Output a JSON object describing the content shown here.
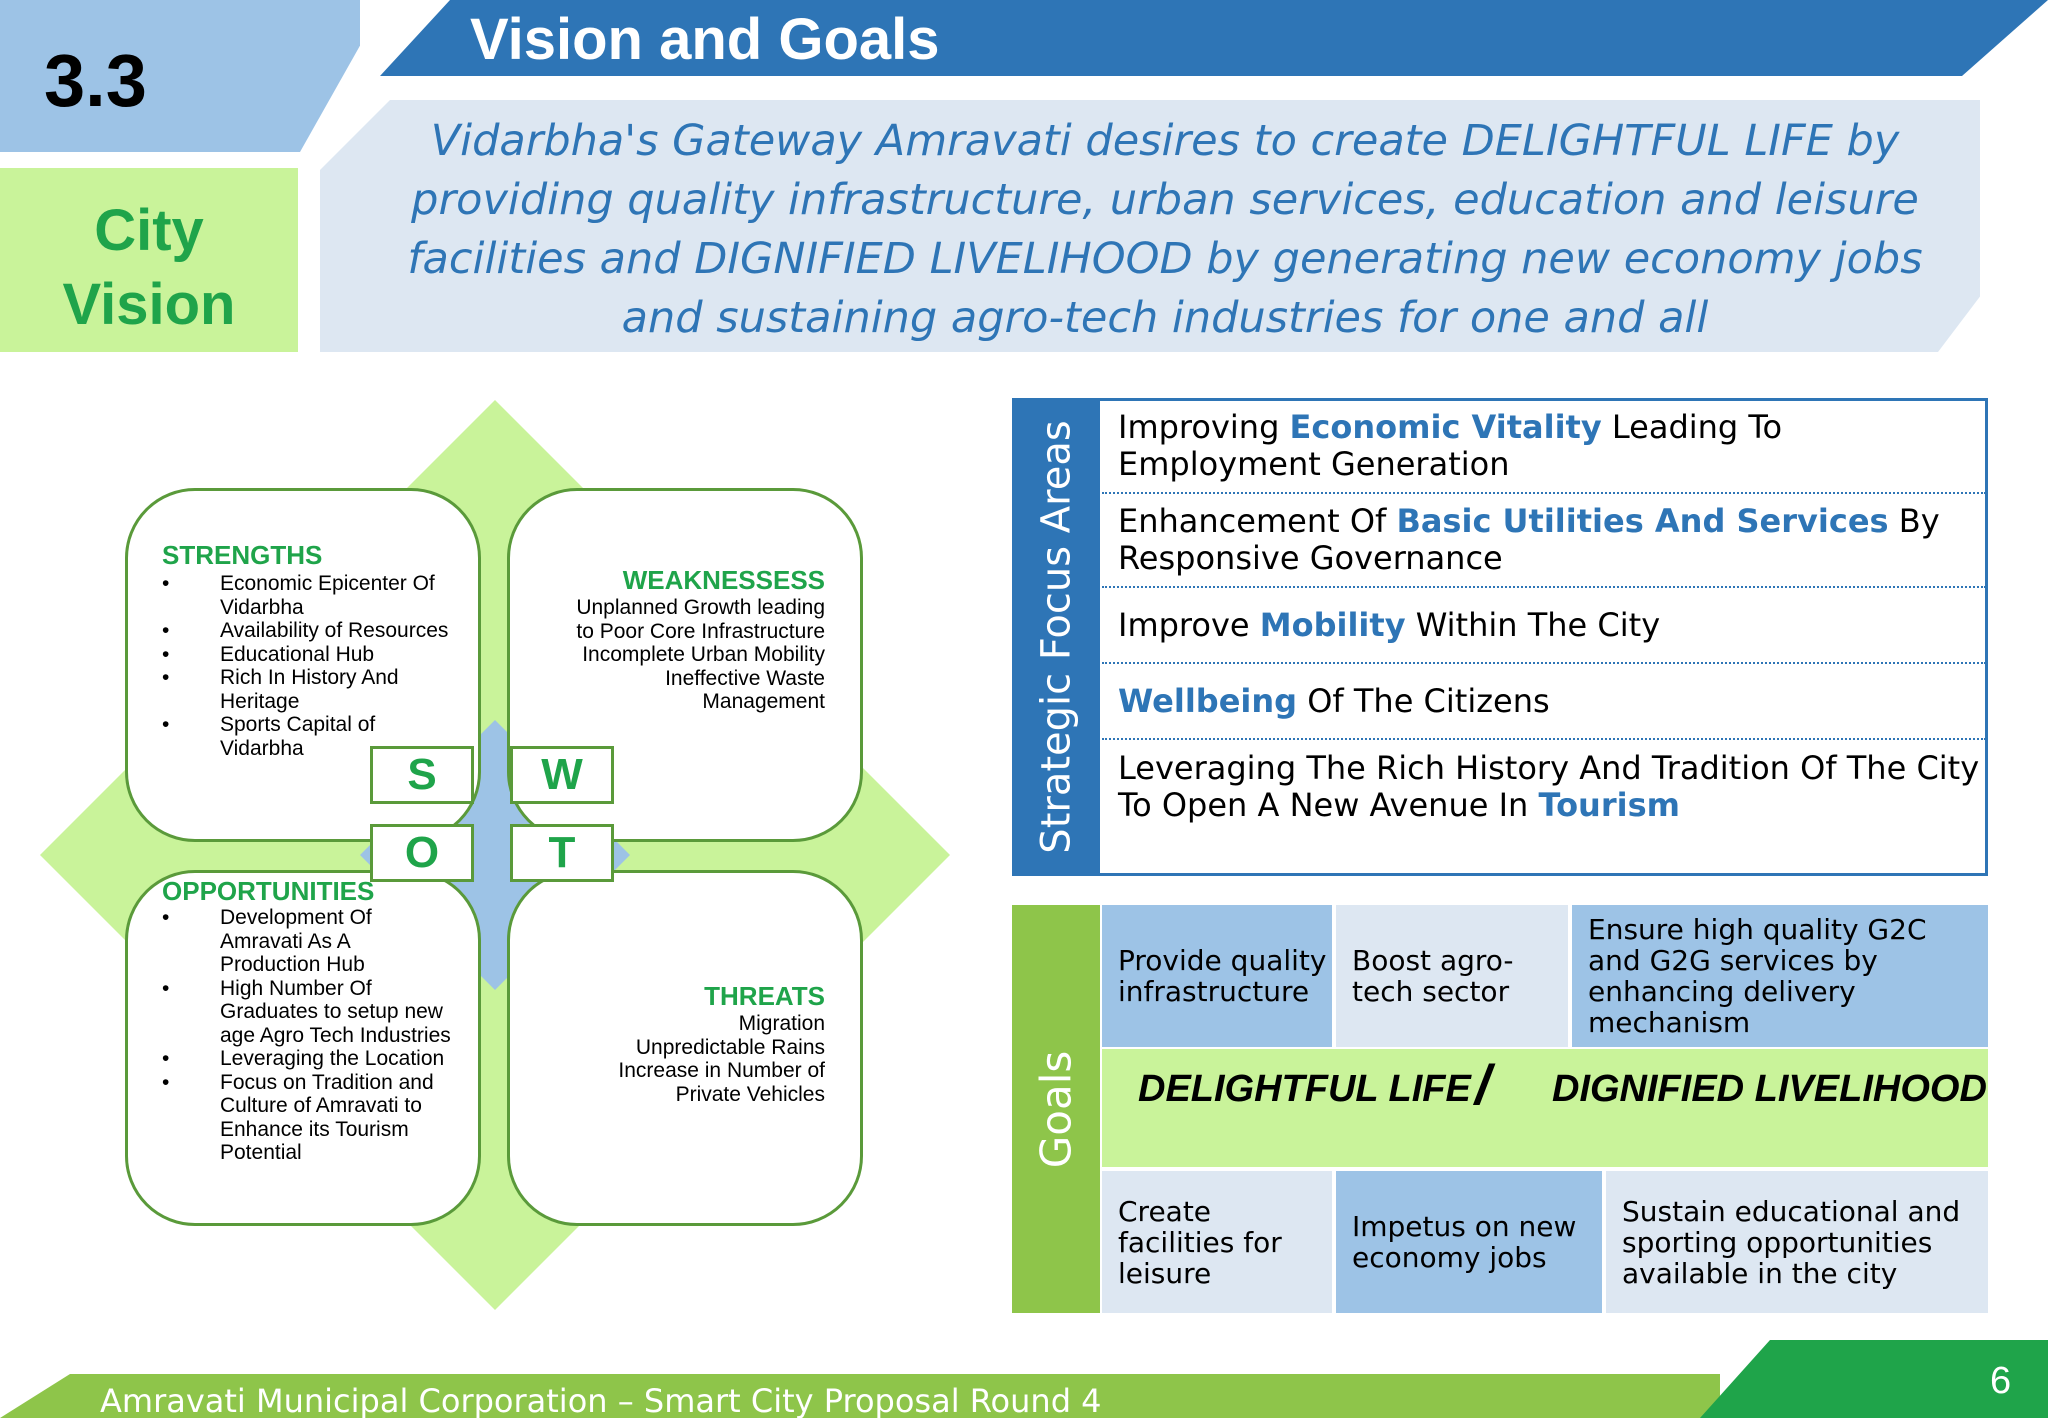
{
  "header": {
    "section_number": "3.3",
    "title": "Vision and Goals"
  },
  "city_vision": {
    "label_line1": "City",
    "label_line2": "Vision",
    "statement": "Vidarbha's Gateway Amravati desires to create DELIGHTFUL LIFE by providing quality infrastructure, urban services, education and leisure facilities and DIGNIFIED LIVELIHOOD by generating new economy jobs and sustaining agro-tech industries for one and all"
  },
  "swot": {
    "letters": {
      "s": "S",
      "w": "W",
      "o": "O",
      "t": "T"
    },
    "strengths": {
      "heading": "STRENGTHS",
      "items": [
        "Economic Epicenter Of Vidarbha",
        "Availability of Resources",
        "Educational Hub",
        "Rich In History And Heritage",
        "Sports Capital of Vidarbha"
      ]
    },
    "weaknesses": {
      "heading": "WEAKNESSESS",
      "items": [
        "Unplanned Growth leading to Poor Core Infrastructure",
        "Incomplete Urban Mobility",
        "Ineffective Waste Management"
      ]
    },
    "opportunities": {
      "heading": "OPPORTUNITIES",
      "items": [
        "Development Of Amravati As A Production Hub",
        "High Number Of Graduates to setup new age Agro Tech Industries",
        "Leveraging the Location",
        "Focus on Tradition and Culture of Amravati to Enhance its Tourism Potential"
      ]
    },
    "threats": {
      "heading": "THREATS",
      "items": [
        "Migration",
        "Unpredictable Rains",
        "Increase in Number of Private Vehicles"
      ]
    }
  },
  "focus_areas": {
    "label": "Strategic Focus Areas",
    "rows": [
      {
        "pre": "Improving ",
        "highlight": "Economic Vitality",
        "post": " Leading To Employment Generation"
      },
      {
        "pre": "Enhancement Of ",
        "highlight": "Basic Utilities And Services",
        "post": " By Responsive Governance"
      },
      {
        "pre": "Improve ",
        "highlight": "Mobility",
        "post": " Within The City"
      },
      {
        "pre": "",
        "highlight": "Wellbeing",
        "post": " Of The Citizens"
      },
      {
        "pre": "Leveraging The Rich History And Tradition Of The City To Open A New Avenue In ",
        "highlight": "Tourism",
        "post": ""
      }
    ]
  },
  "goals": {
    "label": "Goals",
    "top": [
      "Provide quality infrastructure",
      "Boost agro-tech sector",
      "Ensure high quality G2C and G2G services by enhancing delivery mechanism"
    ],
    "band_left": "DELIGHTFUL LIFE",
    "band_sep": "/",
    "band_right": "DIGNIFIED LIVELIHOOD",
    "bottom": [
      "Create facilities for leisure",
      "Impetus on new economy jobs",
      "Sustain educational and sporting opportunities available in the city"
    ]
  },
  "footer": {
    "text": "Amravati Municipal Corporation – Smart City Proposal Round 4",
    "page_number": "6"
  },
  "colors": {
    "blue": "#2e75b6",
    "light_blue": "#9dc3e6",
    "pale_blue": "#dde7f2",
    "green": "#1fa44a",
    "light_green": "#c9f39a",
    "mid_green": "#8ec54a"
  }
}
